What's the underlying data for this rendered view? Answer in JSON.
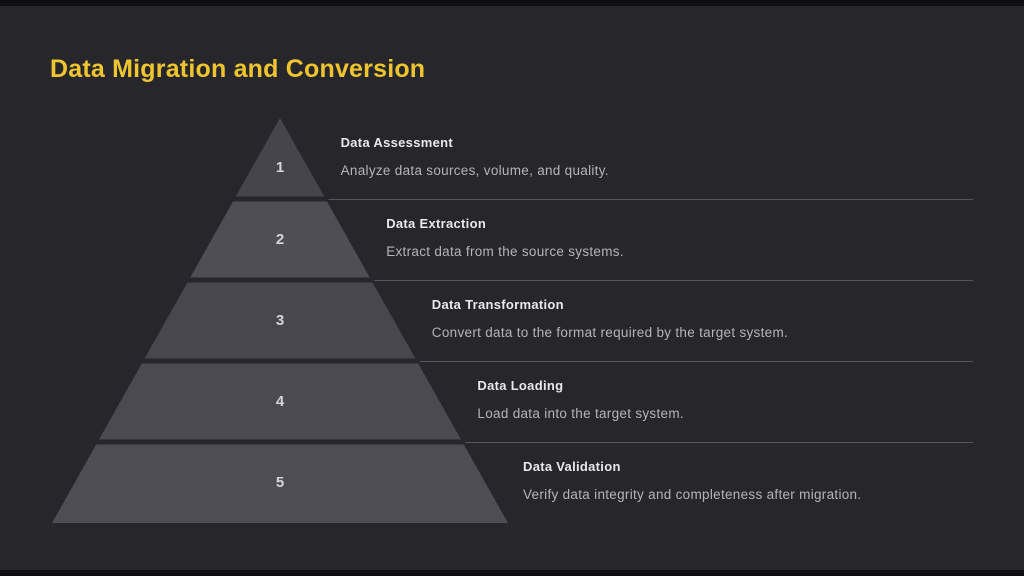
{
  "slide": {
    "title": "Data Migration and Conversion"
  },
  "colors": {
    "background": "#26262b",
    "frame_bar": "#0f0f12",
    "title": "#efc52f",
    "divider": "#55555a",
    "number": "#d6d6d8",
    "level_title": "#e9e9eb",
    "level_desc": "#b5b5b9",
    "level_fills": [
      "#45454b",
      "#4e4e54",
      "#47474d",
      "#4a4a50",
      "#4d4d53"
    ]
  },
  "pyramid": {
    "levels": [
      {
        "number": "1",
        "title": "Data Assessment",
        "description": "Analyze data sources, volume, and quality."
      },
      {
        "number": "2",
        "title": "Data Extraction",
        "description": "Extract data from the source systems."
      },
      {
        "number": "3",
        "title": "Data Transformation",
        "description": "Convert data to the format required by the target system."
      },
      {
        "number": "4",
        "title": "Data Loading",
        "description": "Load data into the target system."
      },
      {
        "number": "5",
        "title": "Data Validation",
        "description": "Verify data integrity and completeness after migration."
      }
    ]
  }
}
